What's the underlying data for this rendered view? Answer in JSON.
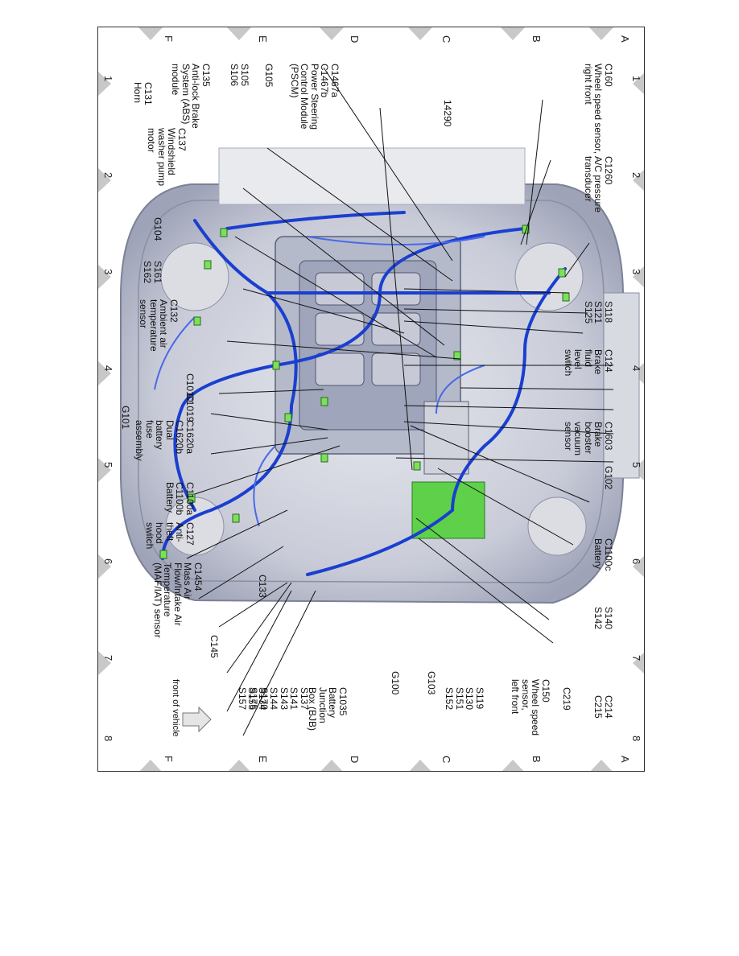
{
  "grid": {
    "columns": [
      "1",
      "2",
      "3",
      "4",
      "5",
      "6",
      "7",
      "8"
    ],
    "rows": [
      "A",
      "B",
      "C",
      "D",
      "E",
      "F"
    ]
  },
  "front_note": "front of vehicle",
  "callouts": [
    {
      "id": "c160",
      "text": "C160\nWheel speed sensor,\nright front"
    },
    {
      "id": "c1260",
      "text": "C1260\nA/C pressure\ntransducer"
    },
    {
      "id": "s118",
      "text": "S118\nS121\nS125"
    },
    {
      "id": "c124",
      "text": "C124\nBrake\nfluid\nlevel\nswitch"
    },
    {
      "id": "c1603",
      "text": "C1603\nBrake\nbooster\nvacuum\nsensor"
    },
    {
      "id": "g102",
      "text": "G102"
    },
    {
      "id": "c1100c",
      "text": "C1100c\nBattery"
    },
    {
      "id": "s140",
      "text": "S140\nS142"
    },
    {
      "id": "c214",
      "text": "C214\nC215"
    },
    {
      "id": "c219",
      "text": "C219"
    },
    {
      "id": "c150",
      "text": "C150\nWheel speed\nsensor,\nleft front"
    },
    {
      "id": "s119",
      "text": "S119\nS130\nS151\nS152"
    },
    {
      "id": "g103",
      "text": "G103"
    },
    {
      "id": "g100",
      "text": "G100"
    },
    {
      "id": "c1035",
      "text": "C1035\nBattery\nJunction\nBox (BJB)"
    },
    {
      "id": "s137",
      "text": "S137\nS141\nS143\nS144\nS170\nS175"
    },
    {
      "id": "s134",
      "text": "S134\nS155\nS157"
    },
    {
      "id": "c145",
      "text": "C145"
    },
    {
      "id": "c133",
      "text": "C133"
    },
    {
      "id": "c1454",
      "text": "C1454\nMass Air\nFlow/Intake Air\nTemperature\n(MAF/IAT) sensor"
    },
    {
      "id": "c127",
      "text": "C127\nAnti-\ntheft\nhood\nswitch"
    },
    {
      "id": "c1100a",
      "text": "C1100a\nC1100b\nBattery"
    },
    {
      "id": "c1620a",
      "text": "C1620a\nC1620b\nDual\nbattery\nfuse\nassembly"
    },
    {
      "id": "g101",
      "text": "G101"
    },
    {
      "id": "c1019",
      "text": "C1019"
    },
    {
      "id": "c1010",
      "text": "C1010"
    },
    {
      "id": "c132",
      "text": "C132\nAmbient air\ntemperature\nsensor"
    },
    {
      "id": "s161",
      "text": "S161\nS162"
    },
    {
      "id": "g104",
      "text": "G104"
    },
    {
      "id": "c137",
      "text": "C137\nWindshield\nwasher pump\nmotor"
    },
    {
      "id": "c131",
      "text": "C131\nHorn"
    },
    {
      "id": "c135",
      "text": "C135\nAnti-lock Brake\nSystem (ABS)\nmodule"
    },
    {
      "id": "s105",
      "text": "S105\nS106"
    },
    {
      "id": "g105",
      "text": "G105"
    },
    {
      "id": "c1467a",
      "text": "C1467a\nC1467b\nPower Steering\nControl Module\n(PSCM)"
    },
    {
      "id": "h14290",
      "text": "14290"
    }
  ]
}
